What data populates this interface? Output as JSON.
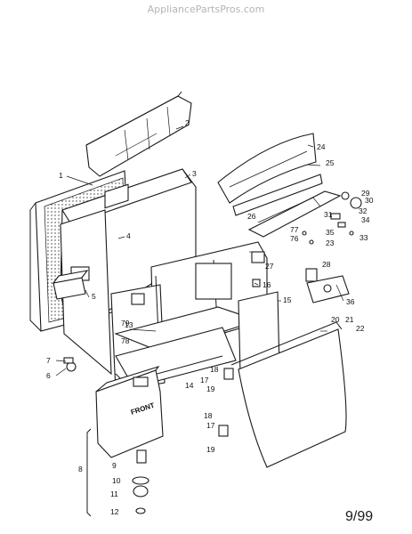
{
  "watermark": "AppliancePartsPros.com",
  "date_code": "9/99",
  "callouts": [
    {
      "label": "1"
    },
    {
      "label": "2"
    },
    {
      "label": "3"
    },
    {
      "label": "4"
    },
    {
      "label": "5"
    },
    {
      "label": "6"
    },
    {
      "label": "7"
    },
    {
      "label": "8"
    },
    {
      "label": "9"
    },
    {
      "label": "10"
    },
    {
      "label": "11"
    },
    {
      "label": "12"
    },
    {
      "label": "13"
    },
    {
      "label": "14"
    },
    {
      "label": "15"
    },
    {
      "label": "16"
    },
    {
      "label": "17"
    },
    {
      "label": "17"
    },
    {
      "label": "18"
    },
    {
      "label": "18"
    },
    {
      "label": "19"
    },
    {
      "label": "19"
    },
    {
      "label": "20"
    },
    {
      "label": "21"
    },
    {
      "label": "22"
    },
    {
      "label": "23"
    },
    {
      "label": "24"
    },
    {
      "label": "25"
    },
    {
      "label": "26"
    },
    {
      "label": "27"
    },
    {
      "label": "28"
    },
    {
      "label": "29"
    },
    {
      "label": "30"
    },
    {
      "label": "31"
    },
    {
      "label": "32"
    },
    {
      "label": "33"
    },
    {
      "label": "34"
    },
    {
      "label": "35"
    },
    {
      "label": "36"
    },
    {
      "label": "76"
    },
    {
      "label": "77"
    },
    {
      "label": "78"
    },
    {
      "label": "79"
    }
  ],
  "tank_label": "FRONT"
}
